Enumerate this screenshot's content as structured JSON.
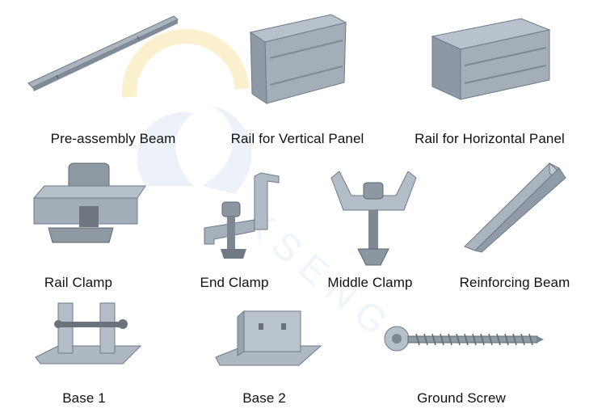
{
  "items": [
    {
      "name": "pre-assembly-beam",
      "label": "Pre-assembly Beam"
    },
    {
      "name": "rail-vertical-panel",
      "label": "Rail for Vertical Panel"
    },
    {
      "name": "rail-horizontal-panel",
      "label": "Rail for Horizontal Panel"
    },
    {
      "name": "rail-clamp",
      "label": "Rail Clamp"
    },
    {
      "name": "end-clamp",
      "label": "End Clamp"
    },
    {
      "name": "middle-clamp",
      "label": "Middle Clamp"
    },
    {
      "name": "reinforcing-beam",
      "label": "Reinforcing Beam"
    },
    {
      "name": "base-1",
      "label": "Base 1"
    },
    {
      "name": "base-2",
      "label": "Base 2"
    },
    {
      "name": "ground-screw",
      "label": "Ground Screw"
    }
  ],
  "watermark": {
    "icon": "sun-logo-watermark",
    "color": "#e6edf8"
  }
}
